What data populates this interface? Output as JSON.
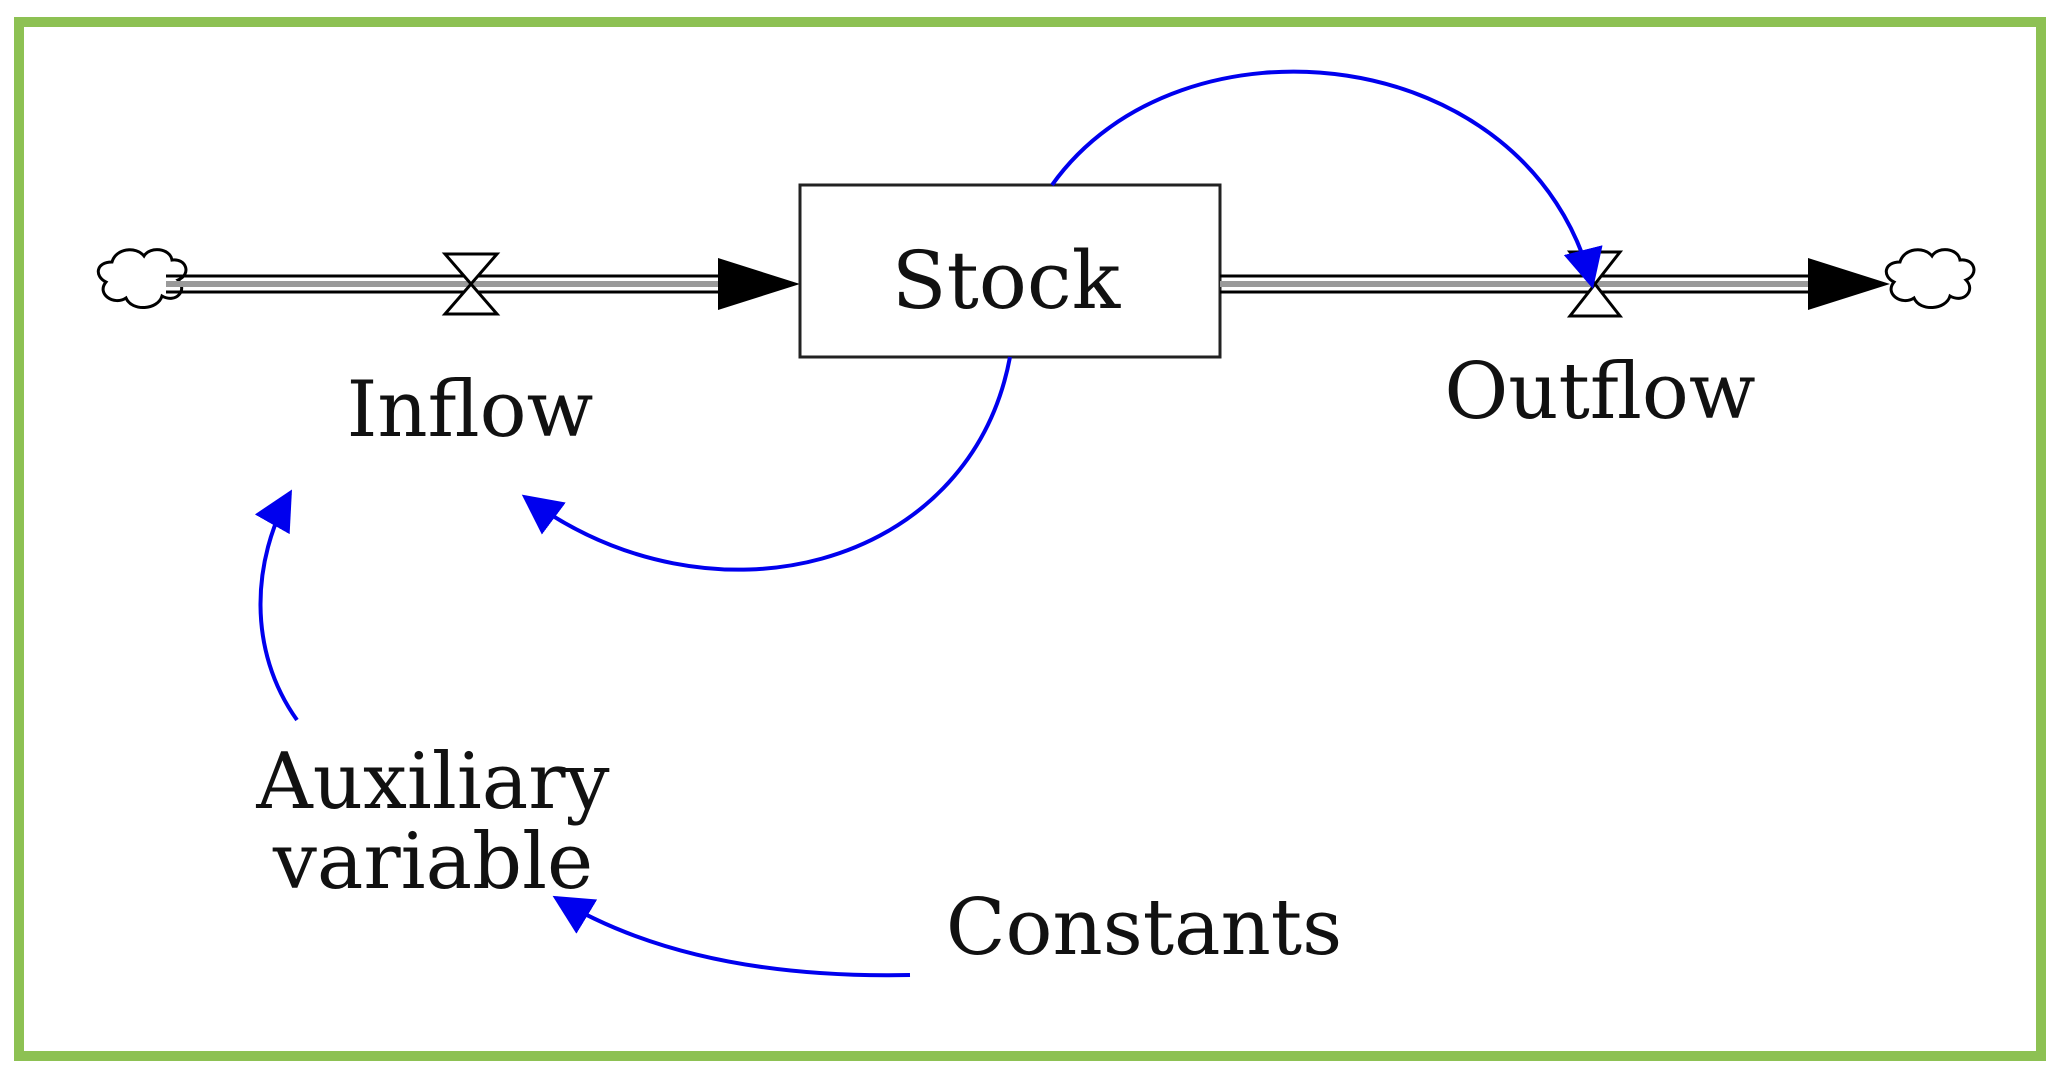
{
  "diagram": {
    "stock": {
      "label": "Stock"
    },
    "inflow": {
      "label": "Inflow"
    },
    "outflow": {
      "label": "Outflow"
    },
    "auxiliary": {
      "line1": "Auxiliary",
      "line2": "variable"
    },
    "constants": {
      "label": "Constants"
    }
  },
  "colors": {
    "frame_border": "#8dc153",
    "link_arrows": "#0000ee",
    "flow_pipes": "#000000"
  }
}
